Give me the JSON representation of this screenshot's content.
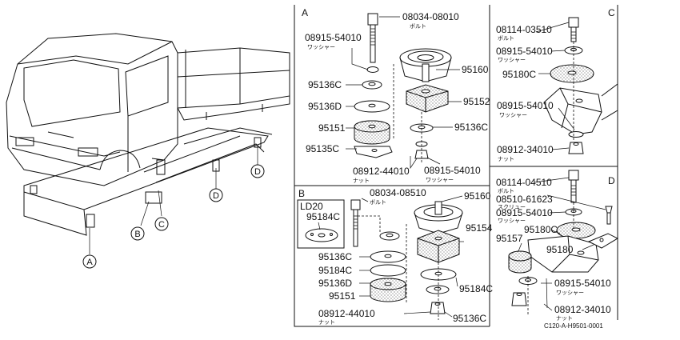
{
  "figure_code": "C120-A-H9501-0001",
  "callouts": {
    "A": "A",
    "B": "B",
    "C": "C",
    "D": "D"
  },
  "panels": {
    "A": {
      "letter": "A",
      "labels": {
        "bolt": "08034-08010",
        "bolt_kana": "ボルト",
        "washer": "08915-54010",
        "washer_kana": "ワッシャー",
        "p95136c_a": "95136C",
        "p95136d": "95136D",
        "p95151": "95151",
        "p95135c": "95135C",
        "p95160": "95160",
        "p95152": "95152",
        "p95136c_b": "95136C",
        "nut": "08912-44010",
        "nut_kana": "ナット",
        "washer2": "08915-54010",
        "washer2_kana": "ワッシャー"
      }
    },
    "B": {
      "letter": "B",
      "labels": {
        "inset_title": "LD20",
        "inset_part": "95184C",
        "bolt": "08034-08510",
        "bolt_kana": "ボルト",
        "p95160": "95160",
        "p95154": "95154",
        "p95136c": "95136C",
        "p95184c_a": "95184C",
        "p95136d": "95136D",
        "p95151": "95151",
        "p95184c_b": "95184C",
        "nut": "08912-44010",
        "nut_kana": "ナット",
        "p95136c_b": "95136C"
      }
    },
    "C": {
      "letter": "C",
      "labels": {
        "bolt": "08114-03510",
        "bolt_kana": "ボルト",
        "washer": "08915-54010",
        "washer_kana": "ワッシャー",
        "p95180c": "95180C",
        "washer2": "08915-54010",
        "washer2_kana": "ワッシャー",
        "nut": "08912-34010",
        "nut_kana": "ナット"
      }
    },
    "D": {
      "letter": "D",
      "labels": {
        "bolt": "08114-04510",
        "bolt_kana": "ボルト",
        "screw": "08510-61623",
        "screw_kana": "スクリュー",
        "washer": "08915-54010",
        "washer_kana": "ワッシャー",
        "p95180c": "95180C",
        "p95157": "95157",
        "p95180": "95180",
        "washer2": "08915-54010",
        "washer2_kana": "ワッシャー",
        "nut": "08912-34010",
        "nut_kana": "ナット"
      }
    }
  },
  "colors": {
    "ink": "#111111",
    "paper": "#ffffff"
  }
}
